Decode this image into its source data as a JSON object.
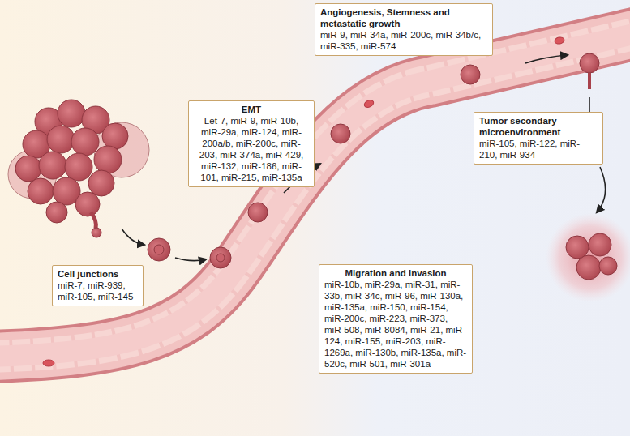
{
  "diagram": {
    "nodes": [
      {
        "text": [
          "Angiogenesis, Stemness and metastatic growth",
          "miR-9, miR-34a, miR-200c, miR-34b/c, miR-335, miR-574"
        ]
      },
      {
        "text": [
          "EMT",
          "Let-7, miR-9, miR-10b, miR-29a, miR-124, miR-200a/b, miR-200c, miR-203, miR-374a, miR-429, miR-132, miR-186, miR-101, miR-215, miR-135a"
        ]
      },
      {
        "text": [
          "Tumor secondary microenvironment",
          "miR-105, miR-122, miR-210, miR-934"
        ]
      },
      {
        "text": [
          "Cell junctions",
          "miR-7, miR-939, miR-105, miR-145"
        ]
      },
      {
        "text": [
          "Migration and invasion",
          "miR-10b, miR-29a, miR-31, miR-33b, miR-34c, miR-96, miR-130a, miR-135a, miR-150, miR-154, miR-200c, miR-223, miR-373, miR-508, miR-8084, miR-21, miR-124, miR-155, miR-203, miR-1269a, miR-130b, miR-135a, miR-520c, miR-501, miR-301a"
        ]
      }
    ]
  }
}
